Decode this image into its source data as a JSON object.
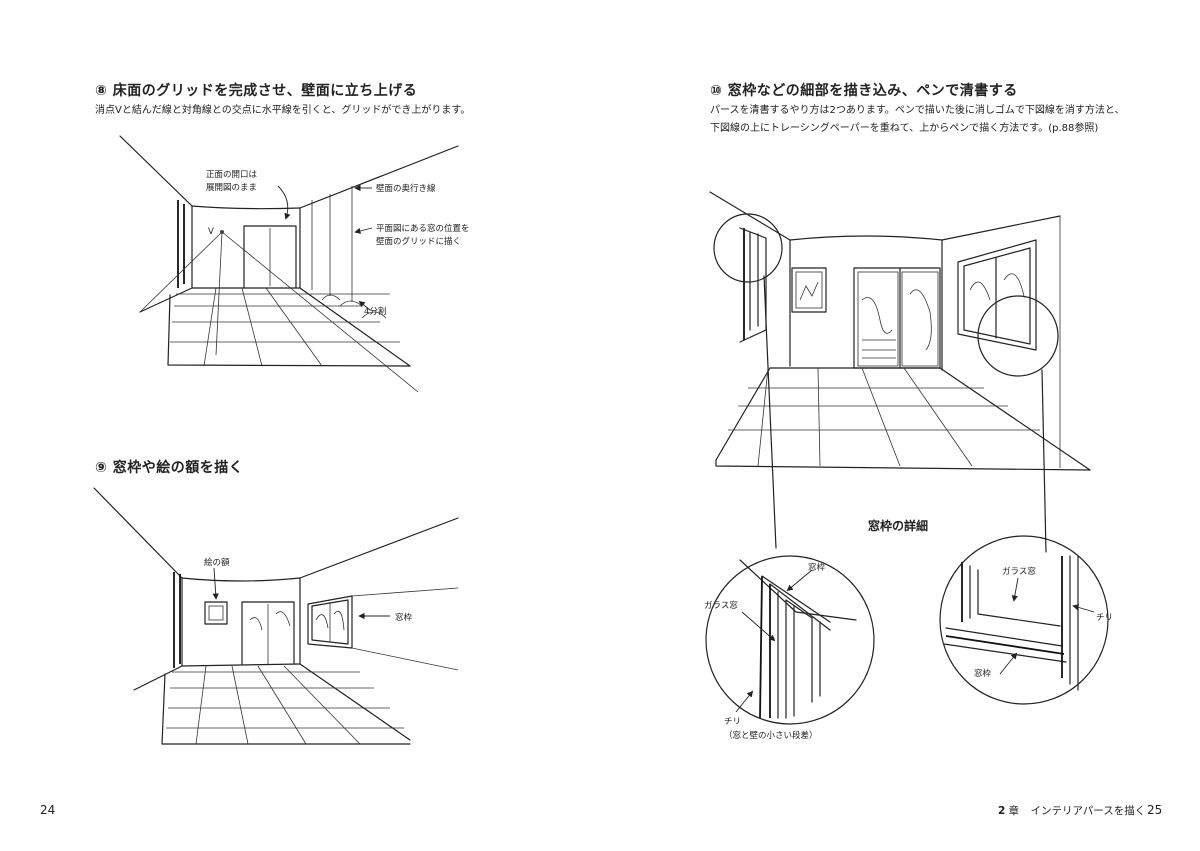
{
  "left_page": {
    "section8": {
      "number": "⑧",
      "title": "床面のグリッドを完成させ、壁面に立ち上げる",
      "body": "消点Vと結んだ線と対角線との交点に水平線を引くと、グリッドができ上がります。",
      "labels": {
        "opening": [
          "正面の開口は",
          "展開図のまま"
        ],
        "wall_depth": "壁面の奥行き線",
        "window_grid": [
          "平面図にある窓の位置を",
          "壁面のグリッドに描く"
        ],
        "v_point": "V",
        "quarter": "4分割"
      }
    },
    "section9": {
      "number": "⑨",
      "title": "窓枠や絵の額を描く",
      "labels": {
        "picture_frame": "絵の額",
        "window_frame": "窓枠"
      }
    },
    "page_number": "24"
  },
  "right_page": {
    "section10": {
      "number": "⑩",
      "title": "窓枠などの細部を描き込み、ペンで清書する",
      "body_lines": [
        "パースを清書するやり方は2つあります。ペンで描いた後に消しゴムで下図線を消す方法と、",
        "下図線の上にトレーシングペーパーを重ねて、上からペンで描く方法です。(p.88参照)"
      ]
    },
    "detail": {
      "title": "窓枠の詳細",
      "left_circle": {
        "frame": "窓枠",
        "glass": "ガラス窓",
        "chiri": "チリ",
        "chiri_note": "（窓と壁の小さい段差）"
      },
      "right_circle": {
        "glass": "ガラス窓",
        "chiri": "チリ",
        "frame": "窓枠"
      }
    },
    "chapter": {
      "number": "2",
      "unit": "章",
      "title": "インテリアパースを描く"
    },
    "page_number": "25"
  },
  "colors": {
    "ink": "#222222",
    "paper": "#ffffff"
  }
}
